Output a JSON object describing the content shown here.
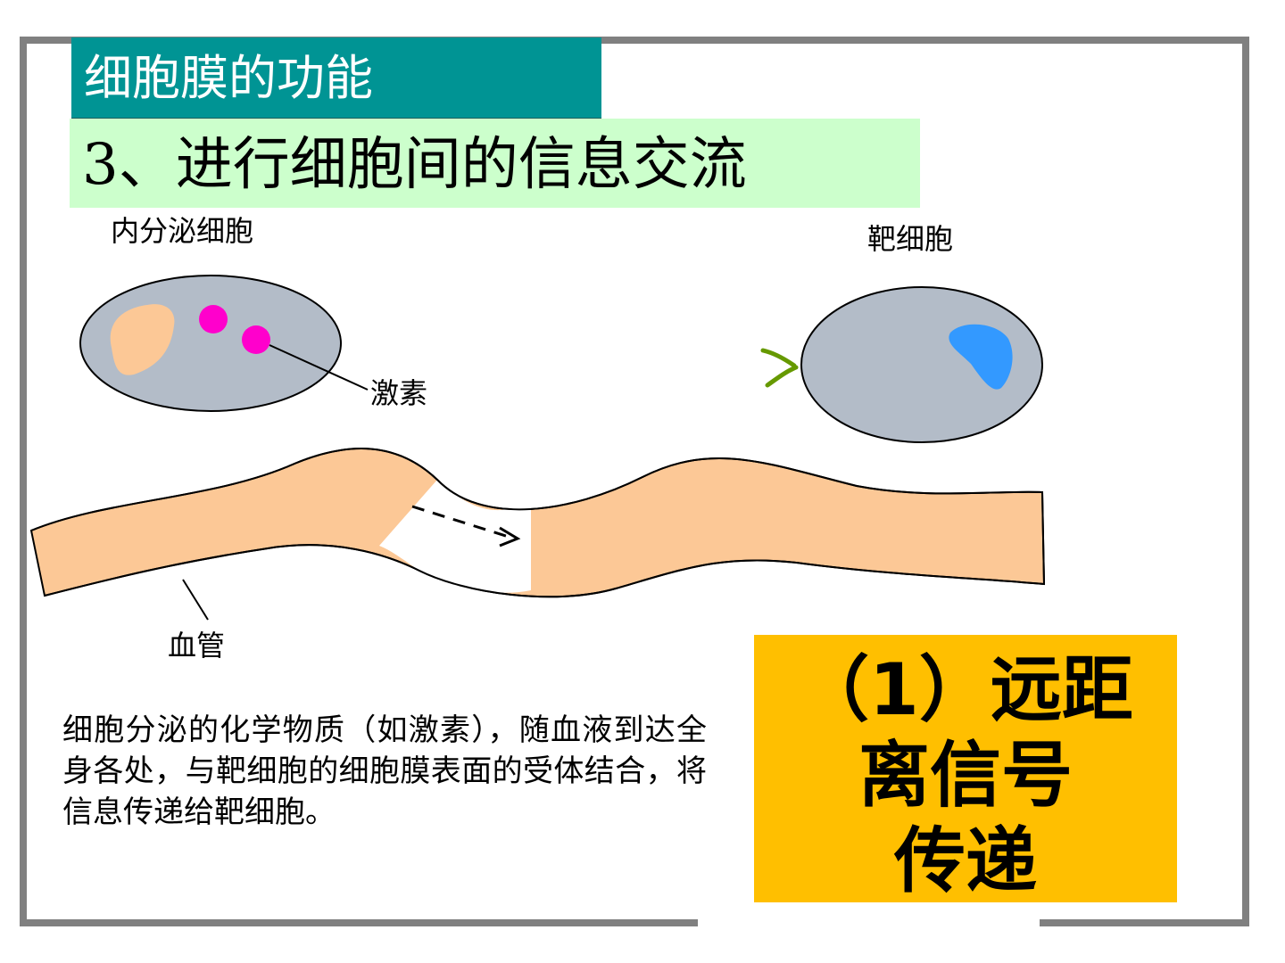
{
  "slide": {
    "title": "细胞膜的功能",
    "subtitle": "3、进行细胞间的信息交流"
  },
  "diagram": {
    "endocrine_cell_label": "内分泌细胞",
    "target_cell_label": "靶细胞",
    "hormone_label": "激素",
    "blood_vessel_label": "血管"
  },
  "description": "细胞分泌的化学物质（如激素），随血液到达全身各处，与靶细胞的细胞膜表面的受体结合，将信息传递给靶细胞。",
  "callout": {
    "line1": "（1）远距",
    "line2": "离信号",
    "line3": "传递"
  },
  "colors": {
    "title_bg": "#009494",
    "subtitle_bg": "#ccffcc",
    "callout_bg": "#ffbf00",
    "cell_fill": "#b3bcc8",
    "nucleus_endocrine": "#fcc896",
    "nucleus_target": "#3399ff",
    "hormone": "#ff00cc",
    "receptor": "#669900",
    "vessel": "#fcc896"
  }
}
